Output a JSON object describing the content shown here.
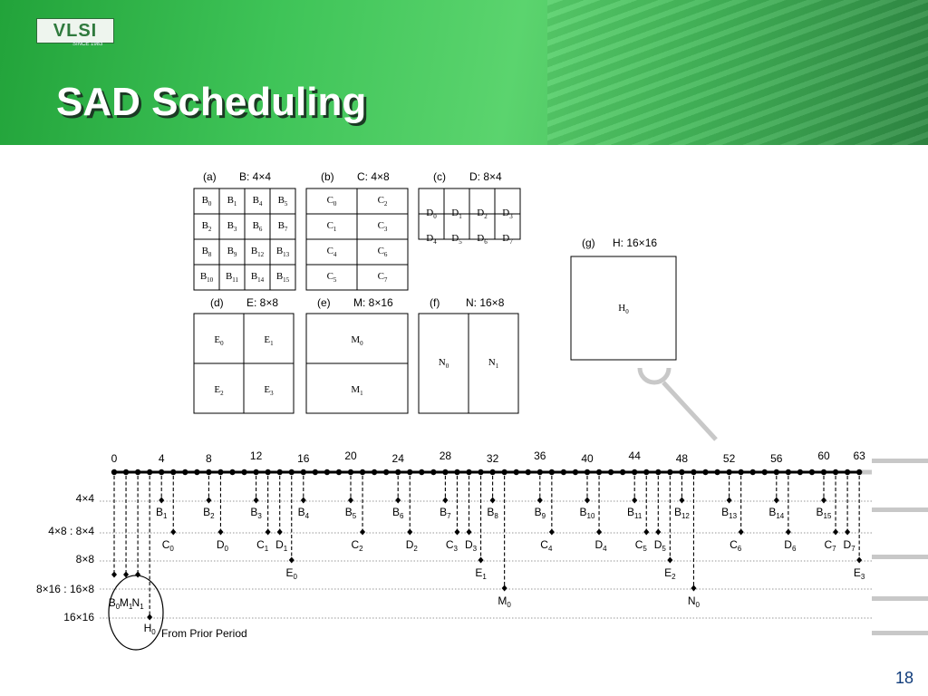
{
  "slide": {
    "title": "SAD Scheduling",
    "page_number": "18",
    "logo_text": "VLSI",
    "logo_sub": "SINCE 1983"
  },
  "panels": [
    {
      "id": "a",
      "label": "(a)",
      "title": "B: 4×4",
      "cols": 4,
      "rows": 4,
      "cells": [
        "B0",
        "B1",
        "B4",
        "B5",
        "B2",
        "B3",
        "B6",
        "B7",
        "B8",
        "B9",
        "B12",
        "B13",
        "B10",
        "B11",
        "B14",
        "B15"
      ]
    },
    {
      "id": "b",
      "label": "(b)",
      "title": "C: 4×8",
      "cols": 2,
      "rows": 4,
      "cells": [
        "C0",
        "C2",
        "C1",
        "C3",
        "C4",
        "C6",
        "C5",
        "C7"
      ]
    },
    {
      "id": "c",
      "label": "(c)",
      "title": "D: 8×4",
      "cols": 4,
      "rows": 2,
      "cells": [
        "D0",
        "D1",
        "D2",
        "D3",
        "D4",
        "D5",
        "D6",
        "D7"
      ]
    },
    {
      "id": "d",
      "label": "(d)",
      "title": "E: 8×8",
      "cols": 2,
      "rows": 2,
      "cells": [
        "E0",
        "E1",
        "E2",
        "E3"
      ]
    },
    {
      "id": "e",
      "label": "(e)",
      "title": "M: 8×16",
      "cols": 1,
      "rows": 2,
      "cells": [
        "M0",
        "M1"
      ]
    },
    {
      "id": "f",
      "label": "(f)",
      "title": "N: 16×8",
      "cols": 2,
      "rows": 1,
      "cells": [
        "N0",
        "N1"
      ]
    },
    {
      "id": "g",
      "label": "(g)",
      "title": "H: 16×16",
      "cols": 1,
      "rows": 1,
      "cells": [
        "H0"
      ]
    }
  ],
  "timeline": {
    "tick_labels": [
      "0",
      "4",
      "8",
      "12",
      "16",
      "20",
      "24",
      "28",
      "32",
      "36",
      "40",
      "44",
      "48",
      "52",
      "56",
      "60",
      "63"
    ],
    "rows": [
      "4×4",
      "4×8 : 8×4",
      "8×8",
      "8×16 : 16×8",
      "16×16"
    ],
    "events": [
      {
        "t": 0,
        "row": 0,
        "label": "B0"
      },
      {
        "t": 4,
        "row": 0,
        "label": "B1"
      },
      {
        "t": 8,
        "row": 0,
        "label": "B2"
      },
      {
        "t": 12,
        "row": 0,
        "label": "B3"
      },
      {
        "t": 16,
        "row": 0,
        "label": "B4"
      },
      {
        "t": 20,
        "row": 0,
        "label": "B5"
      },
      {
        "t": 24,
        "row": 0,
        "label": "B6"
      },
      {
        "t": 28,
        "row": 0,
        "label": "B7"
      },
      {
        "t": 32,
        "row": 0,
        "label": "B8"
      },
      {
        "t": 36,
        "row": 0,
        "label": "B9"
      },
      {
        "t": 40,
        "row": 0,
        "label": "B10"
      },
      {
        "t": 44,
        "row": 0,
        "label": "B11"
      },
      {
        "t": 48,
        "row": 0,
        "label": "B12"
      },
      {
        "t": 52,
        "row": 0,
        "label": "B13"
      },
      {
        "t": 56,
        "row": 0,
        "label": "B14"
      },
      {
        "t": 60,
        "row": 0,
        "label": "B15"
      },
      {
        "t": 5,
        "row": 1,
        "label": "C0"
      },
      {
        "t": 9,
        "row": 1,
        "label": "D0"
      },
      {
        "t": 13,
        "row": 1,
        "label": "C1"
      },
      {
        "t": 14,
        "row": 1,
        "label": "D1"
      },
      {
        "t": 21,
        "row": 1,
        "label": "C2"
      },
      {
        "t": 25,
        "row": 1,
        "label": "D2"
      },
      {
        "t": 29,
        "row": 1,
        "label": "C3"
      },
      {
        "t": 30,
        "row": 1,
        "label": "D3"
      },
      {
        "t": 37,
        "row": 1,
        "label": "C4"
      },
      {
        "t": 41,
        "row": 1,
        "label": "D4"
      },
      {
        "t": 45,
        "row": 1,
        "label": "C5"
      },
      {
        "t": 46,
        "row": 1,
        "label": "D5"
      },
      {
        "t": 53,
        "row": 1,
        "label": "C6"
      },
      {
        "t": 57,
        "row": 1,
        "label": "D6"
      },
      {
        "t": 61,
        "row": 1,
        "label": "C7"
      },
      {
        "t": 62,
        "row": 1,
        "label": "D7"
      },
      {
        "t": 15,
        "row": 2,
        "label": "E0"
      },
      {
        "t": 31,
        "row": 2,
        "label": "E1"
      },
      {
        "t": 47,
        "row": 2,
        "label": "E2"
      },
      {
        "t": 63,
        "row": 2,
        "label": "E3"
      },
      {
        "t": 33,
        "row": 3,
        "label": "M0"
      },
      {
        "t": 49,
        "row": 3,
        "label": "N0"
      },
      {
        "t": 1,
        "row": 3,
        "label": "M1"
      },
      {
        "t": 2,
        "row": 3,
        "label": "N1"
      },
      {
        "t": 3,
        "row": 4,
        "label": "H0"
      }
    ],
    "prior_note": "From Prior Period"
  },
  "colors": {
    "header_green": "#3fc458",
    "title_shadow": "#1b3a24",
    "page_number": "#0f3b7a",
    "connector_gray": "#c8c8c8"
  }
}
